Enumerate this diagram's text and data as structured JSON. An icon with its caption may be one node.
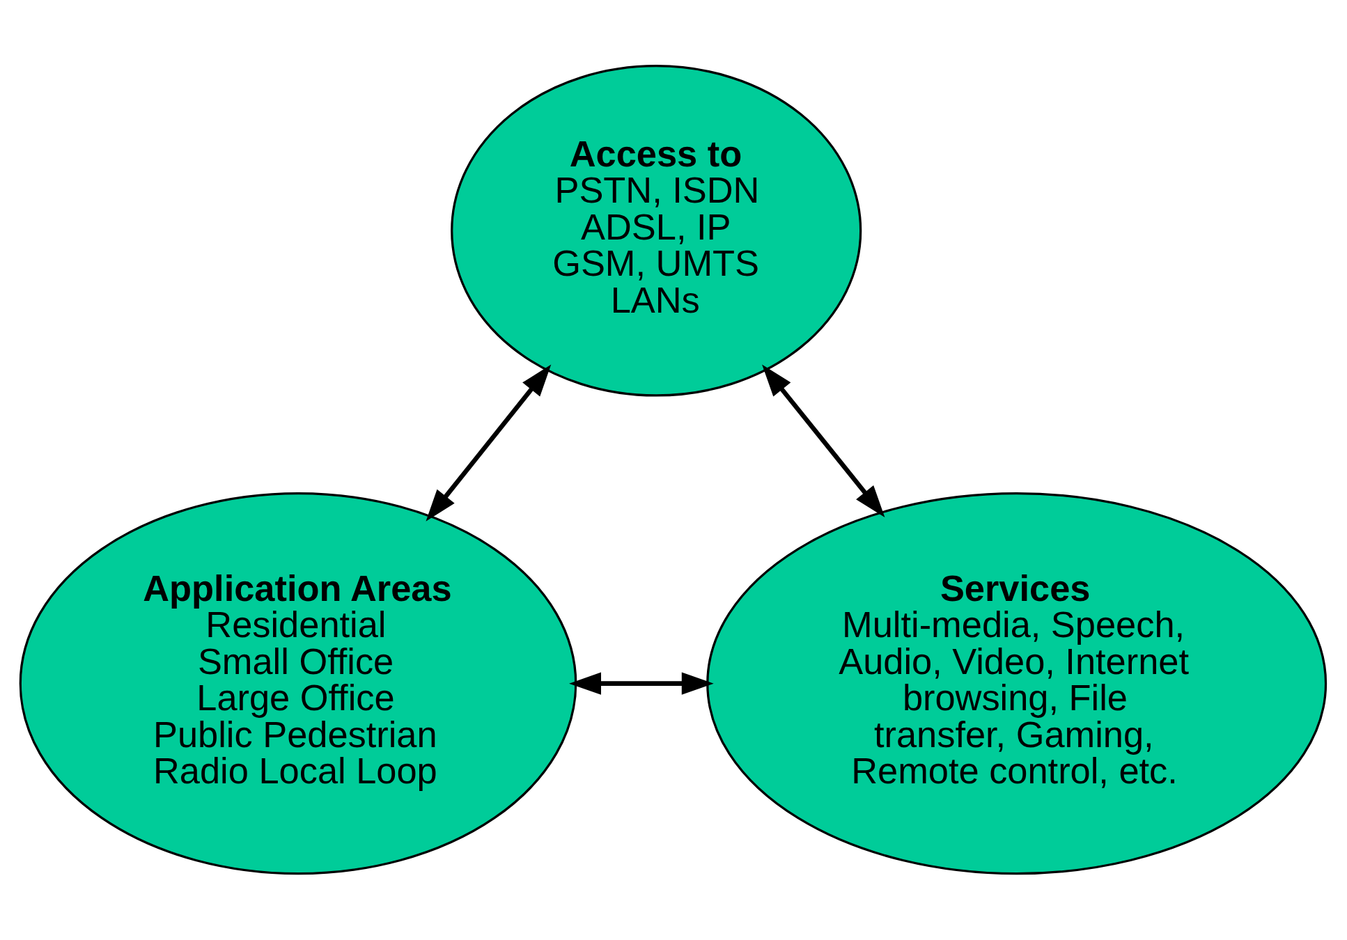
{
  "diagram": {
    "nodes": [
      {
        "text": [
          "Access to",
          "PSTN, ISDN",
          "ADSL, IP",
          "GSM, UMTS",
          "LANs"
        ]
      },
      {
        "text": [
          "Application Areas",
          "Residential",
          "Small Office",
          "Large Office",
          "Public Pedestrian",
          "Radio Local Loop"
        ]
      },
      {
        "text": [
          "Services",
          "Multi-media, Speech, Audio, Video, Internet browsing, File transfer, Gaming, Remote control, etc."
        ]
      }
    ],
    "edges": [
      {
        "from": 0,
        "to": 1,
        "arrow": "both"
      },
      {
        "from": 0,
        "to": 2,
        "arrow": "both"
      },
      {
        "from": 1,
        "to": 2,
        "arrow": "both"
      }
    ]
  }
}
